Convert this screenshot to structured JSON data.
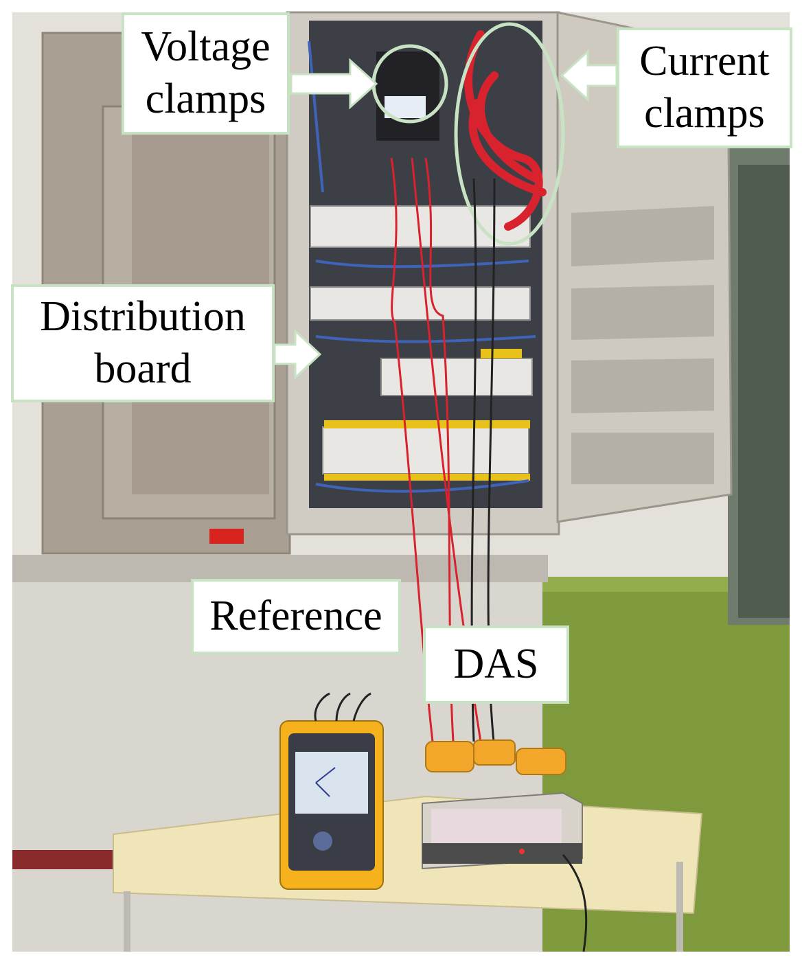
{
  "labels": {
    "voltage_clamps": "Voltage\nclamps",
    "current_clamps": "Current\nclamps",
    "distribution_board": "Distribution\nboard",
    "reference": "Reference",
    "das": "DAS"
  },
  "colors": {
    "annotation_green": "#c8e3c3",
    "wall": "#d9d6d0",
    "green_wall": "#7f9a3c",
    "cabinet": "#cfcbc1",
    "table_top": "#efe5b8",
    "analyzer_yellow": "#f5b21c",
    "cable_red": "#d8232e"
  }
}
